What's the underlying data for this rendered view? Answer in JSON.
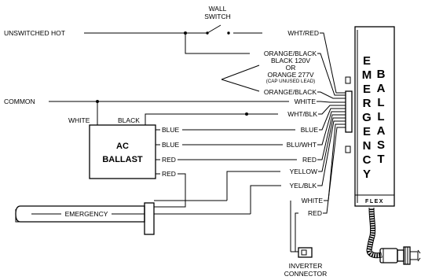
{
  "diagram": {
    "left_labels": {
      "unswitched_hot": "UNSWITCHED HOT",
      "common": "COMMON",
      "white": "WHITE",
      "black": "BLACK"
    },
    "switch_label": [
      "WALL",
      "SWITCH"
    ],
    "ac_ballast": [
      "AC",
      "BALLAST"
    ],
    "ac_ballast_leads": [
      "BLUE",
      "BLUE",
      "RED",
      "RED"
    ],
    "emergency_lamp_label": "EMERGENCY",
    "inverter_label": [
      "INVERTER",
      "CONNECTOR"
    ],
    "power_options": {
      "line1": "BLACK  120V",
      "line2": "OR",
      "line3": "ORANGE  277V",
      "line4": "(CAP UNUSED LEAD)"
    },
    "module_leads": [
      "WHT/RED",
      "ORANGE/BLACK",
      "ORANGE/BLACK",
      "WHITE",
      "WHT/BLK",
      "BLUE",
      "BLU/WHT",
      "RED",
      "YELLOW",
      "YEL/BLK",
      "WHITE",
      "RED"
    ],
    "module_words": {
      "col1": [
        "E",
        "M",
        "E",
        "R",
        "G",
        "E",
        "N",
        "C",
        "Y"
      ],
      "col2": [
        "B",
        "A",
        "L",
        "L",
        "A",
        "S",
        "T"
      ]
    },
    "module_footer": "FLEX"
  }
}
